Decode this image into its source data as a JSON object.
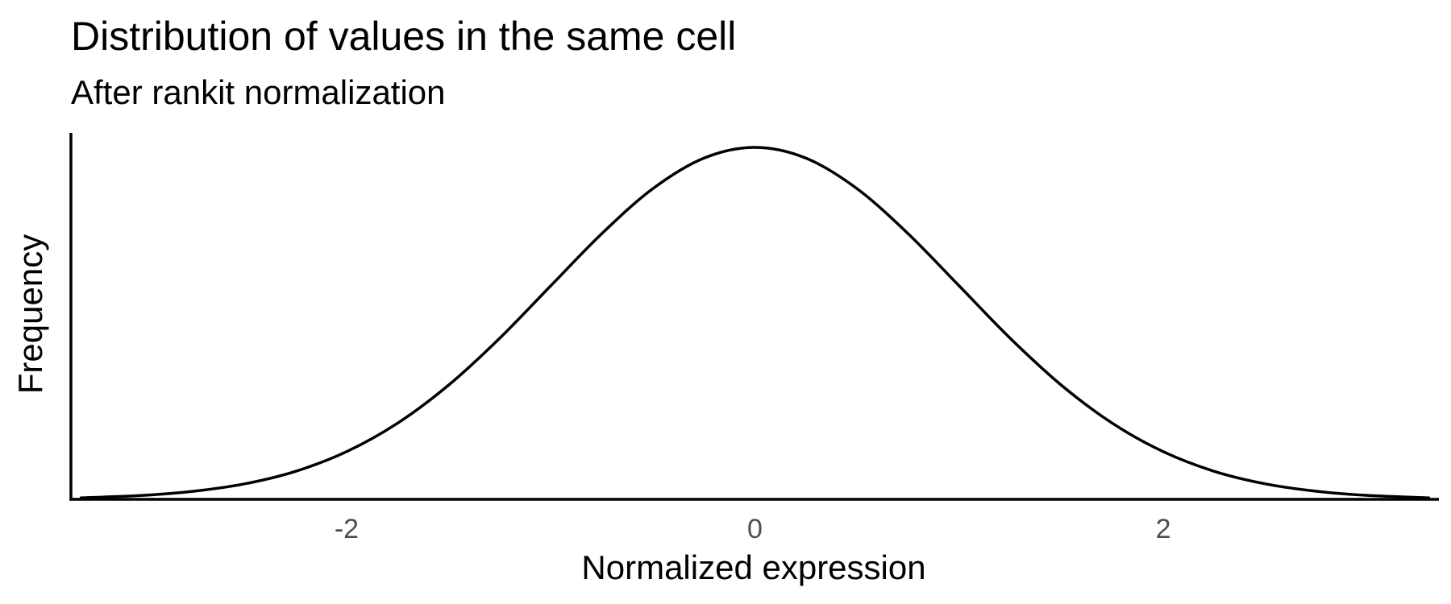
{
  "chart_data": {
    "type": "line",
    "title": "Distribution of values in the same cell",
    "subtitle": "After rankit normalization",
    "xlabel": "Normalized expression",
    "ylabel": "Frequency",
    "xlim": [
      -3.35,
      3.35
    ],
    "x_ticks": [
      -2,
      0,
      2
    ],
    "x_tick_labels": [
      "-2",
      "0",
      "2"
    ],
    "y_ticks_shown": false,
    "grid": false,
    "legend": "none",
    "series": [
      {
        "x": [
          -3.3,
          -3.0,
          -2.75,
          -2.5,
          -2.25,
          -2.0,
          -1.75,
          -1.5,
          -1.25,
          -1.0,
          -0.75,
          -0.5,
          -0.25,
          0.0,
          0.25,
          0.5,
          0.75,
          1.0,
          1.25,
          1.5,
          1.75,
          2.0,
          2.25,
          2.5,
          2.75,
          3.0,
          3.3
        ],
        "y": [
          0.0017,
          0.0044,
          0.0091,
          0.0175,
          0.0317,
          0.054,
          0.0863,
          0.1295,
          0.1826,
          0.242,
          0.3011,
          0.3521,
          0.3867,
          0.3989,
          0.3867,
          0.3521,
          0.3011,
          0.242,
          0.1826,
          0.1295,
          0.0863,
          0.054,
          0.0317,
          0.0175,
          0.0091,
          0.0044,
          0.0017
        ]
      }
    ]
  }
}
